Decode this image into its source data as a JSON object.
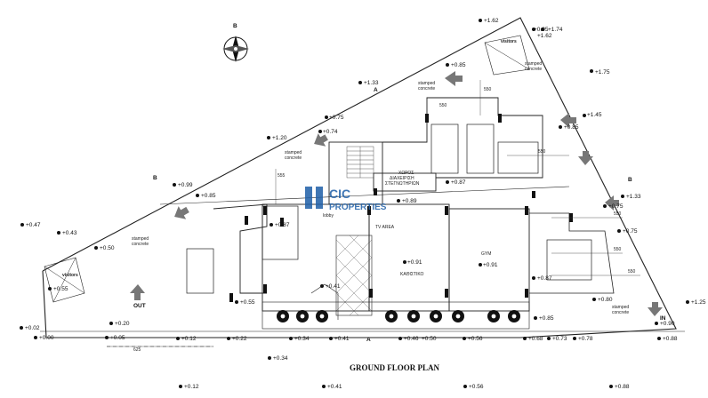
{
  "title": "GROUND FLOOR PLAN",
  "watermark": {
    "brand": "CIC",
    "sub": "PROPERTIES"
  },
  "compass_label": "B",
  "rooms": {
    "tv_area": "TV AREA",
    "gym": "GYM",
    "kathistiko": "ΚΑΘΙΣΤΙΚΟ",
    "lobby": "lobby",
    "management_1": "ΧΩΡΟΣ",
    "management_2": "ΔΙΑΧΕΙΡΙΣΗ",
    "management_3": "ΣΤΕΓΝΩΤΗΡΙΩΝ",
    "stamped_1": "stamped",
    "concrete": "concrete",
    "visitors": "visitors",
    "out": "OUT",
    "in": "IN"
  },
  "elevations": [
    "+1.62",
    "+0.95",
    "+1.62",
    "+1.74",
    "+0.85",
    "+1.75",
    "+1.33",
    "+0.75",
    "+0.74",
    "+1.20",
    "+1.45",
    "+0.85",
    "+0.99",
    "+0.85",
    "+0.87",
    "+0.89",
    "+0.47",
    "+0.43",
    "+0.87",
    "+0.50",
    "+0.55",
    "+0.91",
    "+0.91",
    "+0.75",
    "+0.75",
    "+1.33",
    "+0.87",
    "+0.80",
    "+1.25",
    "+0.85",
    "+0.90",
    "+0.02",
    "+0.00",
    "+0.05",
    "+0.12",
    "+0.22",
    "+0.34",
    "+0.41",
    "+0.46",
    "+0.50",
    "+0.56",
    "+0.68",
    "+0.73",
    "+0.78",
    "+0.88",
    "+0.34",
    "+0.12",
    "+0.41",
    "+0.56",
    "+0.88",
    "+0.20",
    "+0.55",
    "+0.41"
  ],
  "section_marks": {
    "a": "A",
    "b": "B"
  },
  "dimensions": [
    "625",
    "550",
    "550",
    "550",
    "550",
    "550",
    "555",
    "550"
  ]
}
